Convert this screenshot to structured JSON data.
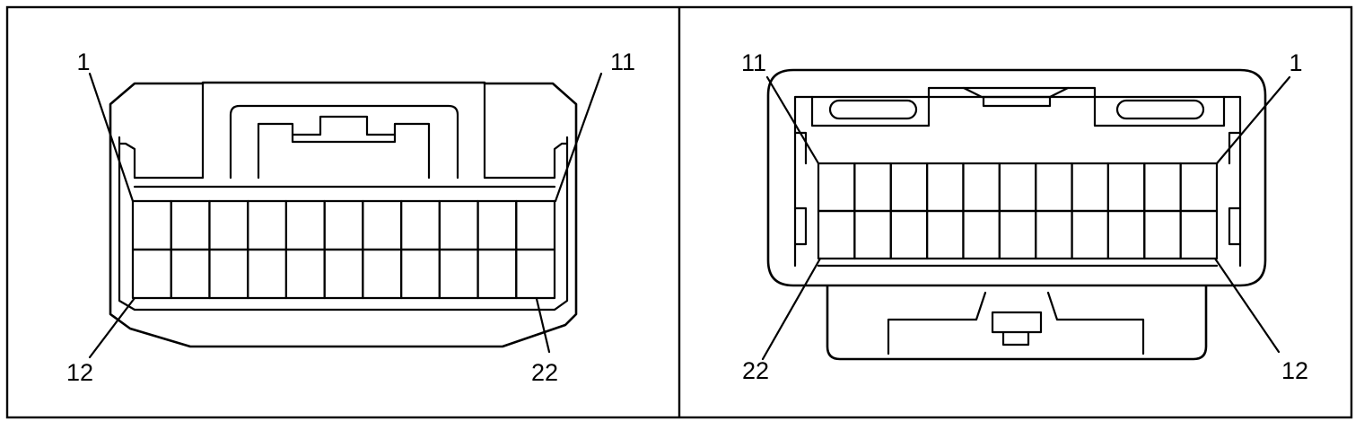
{
  "left_view": {
    "label_top_left": "1",
    "label_top_right": "11",
    "label_bottom_left": "12",
    "label_bottom_right": "22"
  },
  "right_view": {
    "label_top_left": "11",
    "label_top_right": "1",
    "label_bottom_left": "22",
    "label_bottom_right": "12"
  }
}
